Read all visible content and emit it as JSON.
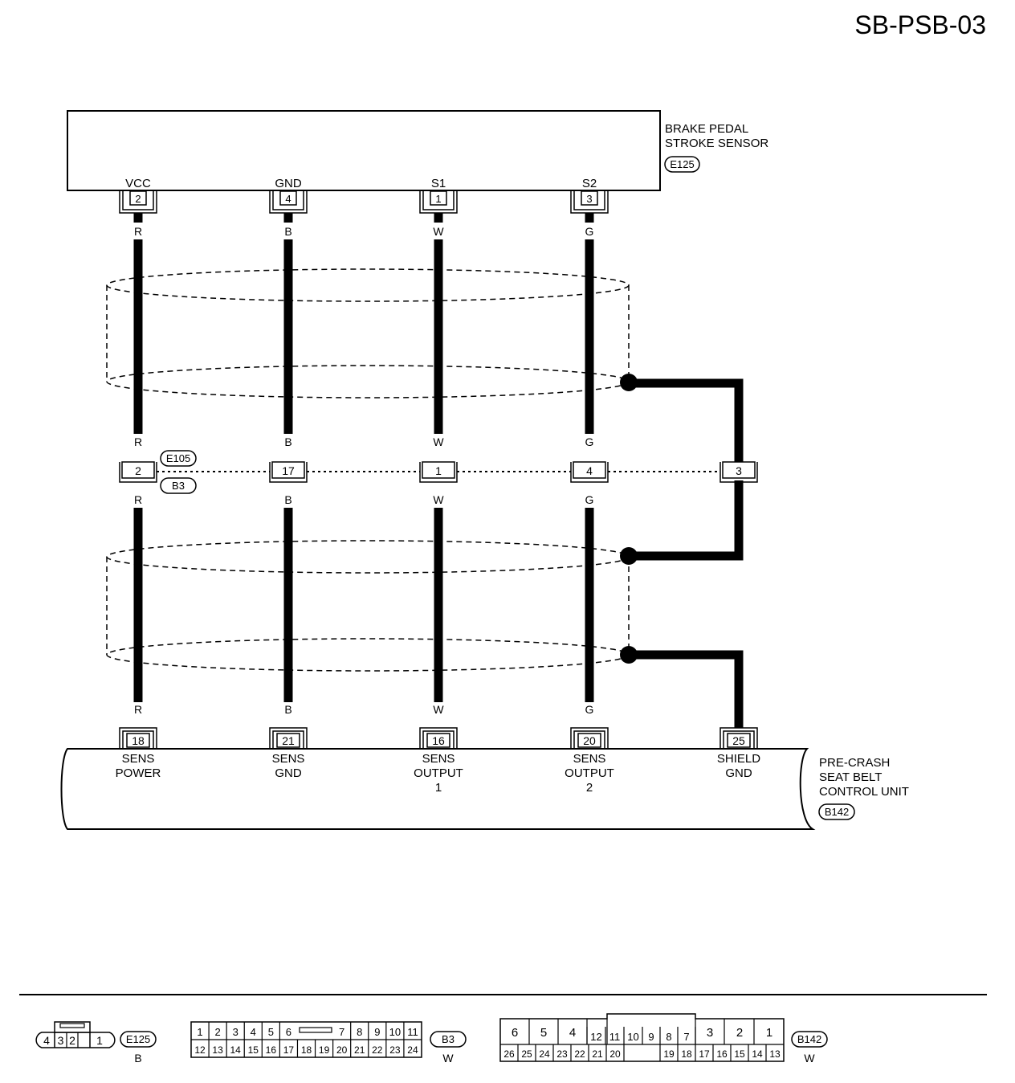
{
  "page_id": "SB-PSB-03",
  "sensor": {
    "name_line1": "BRAKE PEDAL",
    "name_line2": "STROKE SENSOR",
    "connector": "E125",
    "pins": [
      {
        "label": "VCC",
        "pin": "2",
        "color": "R"
      },
      {
        "label": "GND",
        "pin": "4",
        "color": "B"
      },
      {
        "label": "S1",
        "pin": "1",
        "color": "W"
      },
      {
        "label": "S2",
        "pin": "3",
        "color": "G"
      }
    ]
  },
  "joint": {
    "connector_top": "E105",
    "connector_bottom": "B3",
    "pins": [
      "2",
      "17",
      "1",
      "4",
      "3"
    ],
    "colors_above": [
      "R",
      "B",
      "W",
      "G"
    ],
    "colors_below": [
      "R",
      "B",
      "W",
      "G"
    ]
  },
  "control_unit": {
    "name_line1": "PRE-CRASH",
    "name_line2": "SEAT BELT",
    "name_line3": "CONTROL UNIT",
    "connector": "B142",
    "colors": [
      "R",
      "B",
      "W",
      "G"
    ],
    "pins": [
      {
        "pin": "18",
        "line1": "SENS",
        "line2": "POWER",
        "line3": ""
      },
      {
        "pin": "21",
        "line1": "SENS",
        "line2": "GND",
        "line3": ""
      },
      {
        "pin": "16",
        "line1": "SENS",
        "line2": "OUTPUT",
        "line3": "1"
      },
      {
        "pin": "20",
        "line1": "SENS",
        "line2": "OUTPUT",
        "line3": "2"
      },
      {
        "pin": "25",
        "line1": "SHIELD",
        "line2": "GND",
        "line3": ""
      }
    ]
  },
  "connector_views": {
    "e125": {
      "id": "E125",
      "color": "B",
      "pins": [
        "4",
        "3",
        "2",
        "1"
      ]
    },
    "b3": {
      "id": "B3",
      "color": "W",
      "row1": [
        "1",
        "2",
        "3",
        "4",
        "5",
        "6",
        "7",
        "8",
        "9",
        "10",
        "11"
      ],
      "row2": [
        "12",
        "13",
        "14",
        "15",
        "16",
        "17",
        "18",
        "19",
        "20",
        "21",
        "22",
        "23",
        "24"
      ]
    },
    "b142": {
      "id": "B142",
      "color": "W",
      "big_left": [
        "6",
        "5",
        "4"
      ],
      "top_small": [
        "12",
        "11",
        "10",
        "9",
        "8",
        "7"
      ],
      "big_right": [
        "3",
        "2",
        "1"
      ],
      "row2": [
        "26",
        "25",
        "24",
        "23",
        "22",
        "21",
        "20",
        "19",
        "18",
        "17",
        "16",
        "15",
        "14",
        "13"
      ]
    }
  }
}
